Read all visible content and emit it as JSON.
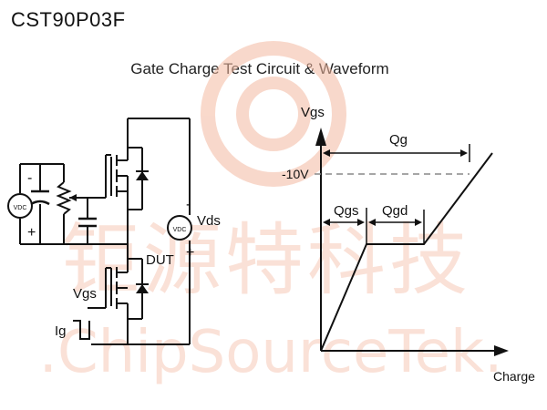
{
  "header": {
    "part_number": "CST90P03F"
  },
  "diagram": {
    "title": "Gate Charge Test Circuit & Waveform"
  },
  "circuit": {
    "source_left_label": "VDC",
    "source_right_label": "VDC",
    "minus_sign": "-",
    "plus_sign": "+",
    "vds_label": "Vds",
    "dut_label": "DUT",
    "vgs_label": "Vgs",
    "ig_label": "Ig"
  },
  "waveform": {
    "y_axis_label": "Vgs",
    "x_axis_label": "Charge",
    "level_label": "-10V",
    "qg_label": "Qg",
    "qgs_label": "Qgs",
    "qgd_label": "Qgd"
  },
  "watermark": {
    "chinese_text": "钜源特科技",
    "english_text": ".ChipSourceTek."
  },
  "colors": {
    "line": "#111111",
    "watermark": "#f6c9b8",
    "dashed": "#888888"
  }
}
